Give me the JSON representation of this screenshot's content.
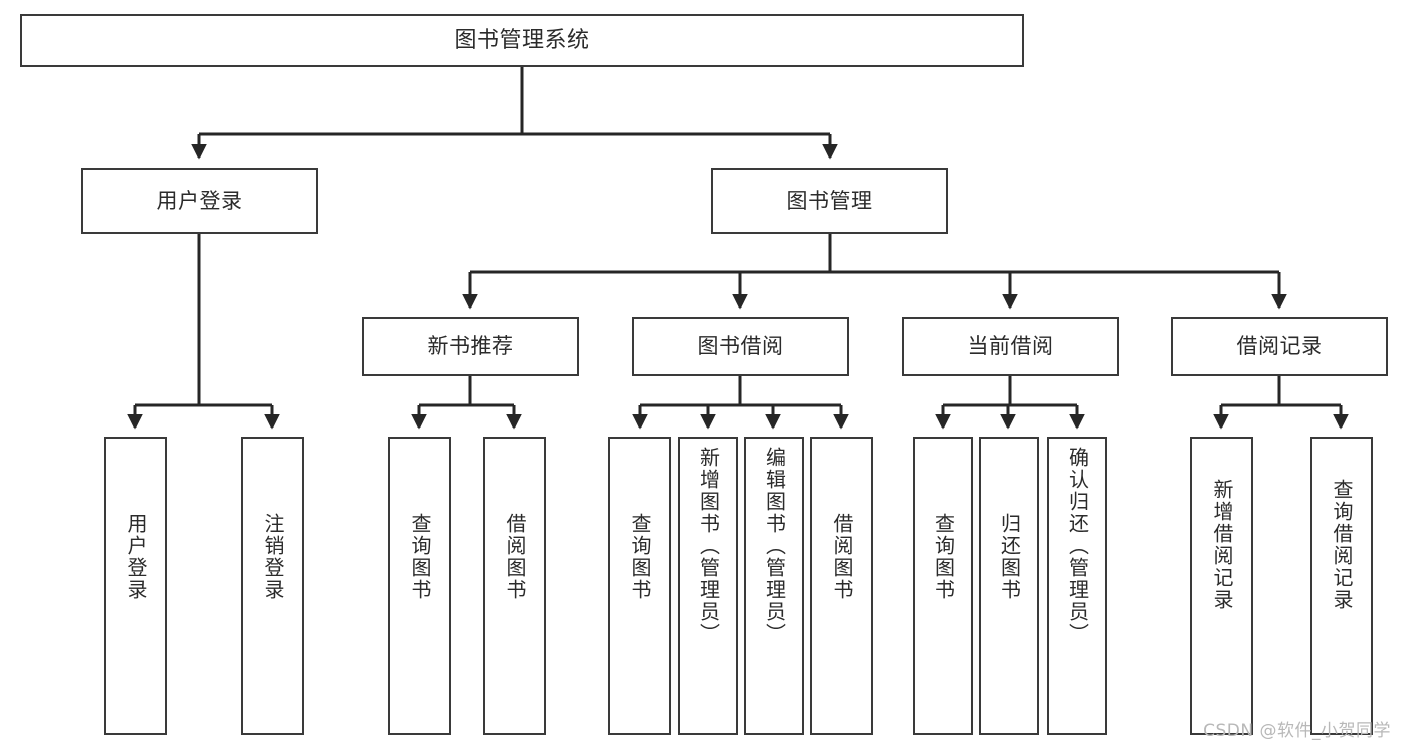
{
  "diagram": {
    "type": "tree-hierarchy-diagram",
    "title": "图书管理系统",
    "colors": {
      "box_border": "#3a3a3a",
      "box_fill": "#ffffff",
      "edge": "#262626",
      "text": "#2b2b2b",
      "watermark": "#b8b8b8",
      "background": "#ffffff"
    },
    "watermark": "CSDN @软件_小贺同学",
    "levels": {
      "root": {
        "label": "图书管理系统"
      },
      "level2": [
        {
          "id": "user-login",
          "label": "用户登录"
        },
        {
          "id": "book-manage",
          "label": "图书管理"
        }
      ],
      "level3": [
        {
          "id": "new-book-recommend",
          "label": "新书推荐",
          "parent": "book-manage"
        },
        {
          "id": "book-borrow",
          "label": "图书借阅",
          "parent": "book-manage"
        },
        {
          "id": "current-borrow",
          "label": "当前借阅",
          "parent": "book-manage"
        },
        {
          "id": "borrow-record",
          "label": "借阅记录",
          "parent": "book-manage"
        }
      ],
      "leaves": [
        {
          "id": "leaf-user-login",
          "label": "用户登录",
          "parent": "user-login"
        },
        {
          "id": "leaf-logout-login",
          "label": "注销登录",
          "parent": "user-login"
        },
        {
          "id": "leaf-query-book-1",
          "label": "查询图书",
          "parent": "new-book-recommend"
        },
        {
          "id": "leaf-borrow-book-1",
          "label": "借阅图书",
          "parent": "new-book-recommend"
        },
        {
          "id": "leaf-query-book-2",
          "label": "查询图书",
          "parent": "book-borrow"
        },
        {
          "id": "leaf-add-book",
          "label": "新增图书（管理员）",
          "parent": "book-borrow"
        },
        {
          "id": "leaf-edit-book",
          "label": "编辑图书（管理员）",
          "parent": "book-borrow"
        },
        {
          "id": "leaf-borrow-book-2",
          "label": "借阅图书",
          "parent": "book-borrow"
        },
        {
          "id": "leaf-query-book-3",
          "label": "查询图书",
          "parent": "current-borrow"
        },
        {
          "id": "leaf-return-book",
          "label": "归还图书",
          "parent": "current-borrow"
        },
        {
          "id": "leaf-confirm-return",
          "label": "确认归还（管理员）",
          "parent": "current-borrow"
        },
        {
          "id": "leaf-add-record",
          "label": "新增借阅记录",
          "parent": "borrow-record"
        },
        {
          "id": "leaf-query-record",
          "label": "查询借阅记录",
          "parent": "borrow-record"
        }
      ]
    }
  }
}
